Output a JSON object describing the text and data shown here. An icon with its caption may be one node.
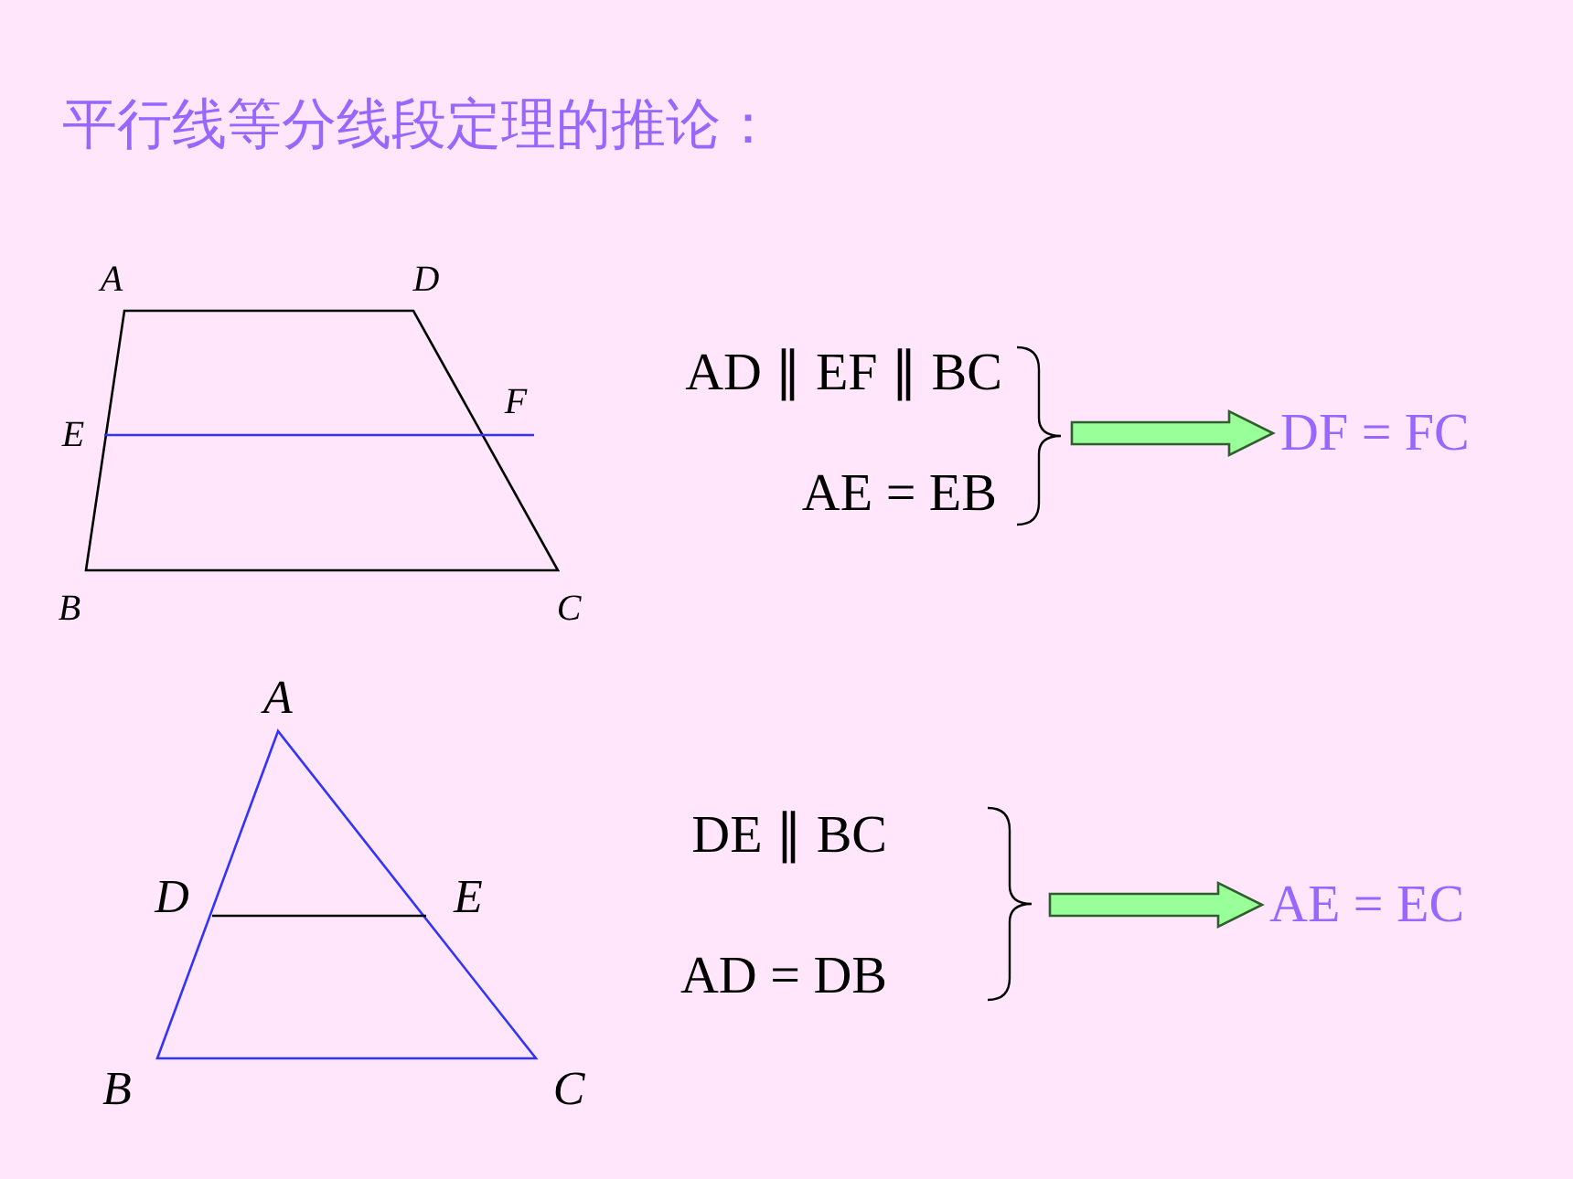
{
  "diagram": {
    "title": "平行线等分线段定理的推论：",
    "nodes": [
      {
        "text": [
          "AD ∥ EF ∥ BC",
          "AE = EB"
        ]
      },
      {
        "text": [
          "DF = FC"
        ]
      },
      {
        "text": [
          "DE ∥ BC",
          "AD = DB"
        ]
      },
      {
        "text": [
          "AE = EC"
        ]
      }
    ],
    "edges": [
      {
        "from": 0,
        "to": 1,
        "arrow": "to"
      },
      {
        "from": 2,
        "to": 3,
        "arrow": "to"
      }
    ],
    "labels": [
      "A",
      "D",
      "E",
      "F",
      "B",
      "C",
      "A",
      "D",
      "E",
      "B",
      "C"
    ]
  }
}
